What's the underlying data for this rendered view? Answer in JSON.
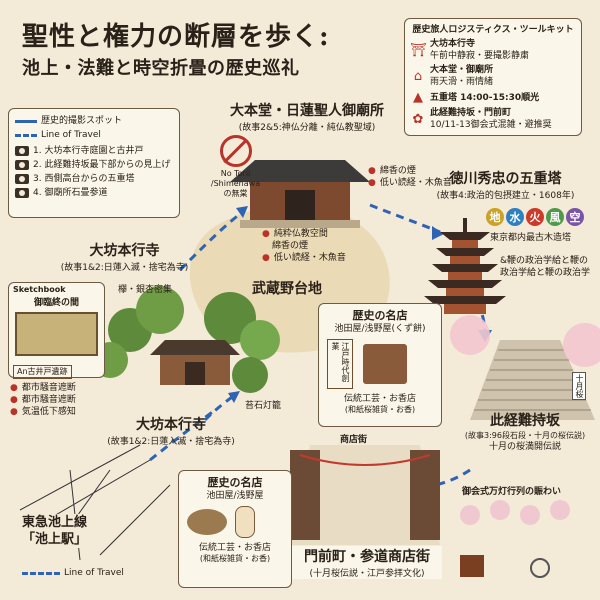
{
  "title": {
    "line1": "聖性と権力の断層を歩く:",
    "line2": "池上・法難と時空折畳の歴史巡礼"
  },
  "toolkit": {
    "heading": "歴史旅人ロジスティクス・ツールキット",
    "items": [
      {
        "icon": "torii-icon",
        "title": "大坊本行寺",
        "sub": "午前中静寂・要撮影静粛"
      },
      {
        "icon": "hall-icon",
        "title": "大本堂・御廟所",
        "sub": "雨天滑・雨情緒"
      },
      {
        "icon": "pagoda-icon",
        "title": "五重塔 14:00-15:30順光",
        "sub": ""
      },
      {
        "icon": "sakura-icon",
        "title": "此経難持坂・門前町",
        "sub": "10/11-13御会式混雑・避推奨"
      }
    ]
  },
  "legend": {
    "spot_label": "歴史的撮影スポット",
    "travel_label": "Line of Travel",
    "spots": [
      "1. 大坊本行寺庭園と古井戸",
      "2. 此経難持坂最下部からの見上げ",
      "3. 西側高台からの五重塔",
      "4. 御廟所石畳参道"
    ]
  },
  "center": {
    "label": "武蔵野台地"
  },
  "hall": {
    "title": "大本堂・日蓮聖人御廟所",
    "sub": "(故事2&5:神仏分離・純仏教聖域)",
    "notes": [
      "綿香の煙",
      "低い読経・木魚音"
    ],
    "center_notes": [
      "純粋仏教空間",
      "綿香の煙",
      "低い読経・木魚音"
    ],
    "no_torii_lines": [
      "No Torii",
      "/Shimenawa",
      "の無棠"
    ]
  },
  "pagoda": {
    "title": "徳川秀忠の五重塔",
    "sub": "(故事4:政治的包摂建立・1608年)",
    "elements": [
      {
        "char": "地",
        "color": "#c9a227"
      },
      {
        "char": "水",
        "color": "#2f7fc1"
      },
      {
        "char": "火",
        "color": "#cc3b2a"
      },
      {
        "char": "風",
        "color": "#4f9a4a"
      },
      {
        "char": "空",
        "color": "#7a55a6"
      }
    ],
    "caption": "東京都内最古木造塔",
    "note": "&鞭の政治学給と鞭の政治学給と鞭の政治学"
  },
  "honkoji_top": {
    "title": "大坊本行寺",
    "sub": "(故事1&2:日蓮入滅・捨宅為寺)",
    "note": "欅・銀杏密集"
  },
  "sketchbook": {
    "label": "Sketchbook",
    "room": "御臨終の間",
    "well": "An古井戸遺跡",
    "lantern": "苔石灯籠",
    "bullets": [
      "都市騒音遮断",
      "都市騒音遮断",
      "気温低下感知"
    ]
  },
  "honkoji_bottom": {
    "title": "大坊本行寺",
    "sub": "(故事1&2:日蓮入滅・捨宅為寺)"
  },
  "meisho_center": {
    "title": "歴史の名店",
    "shop": "池田屋/浅野屋(くず餅)",
    "sign": "江戸時代創業",
    "craft": "伝統工芸・お香店",
    "craft2": "(和紙桜雑貨・お香)"
  },
  "slope": {
    "title": "此経難持坂",
    "sub": "(故事3:96段石段・十月の桜伝説)",
    "note": "十月の桜満開伝説",
    "sign": "十月桜"
  },
  "street": {
    "top_label": "商店街",
    "title": "門前町・参道商店街",
    "sub": "(十月桜伝説・江戸参拝文化)"
  },
  "oeshiki": {
    "title": "御会式万灯行列の賑わい"
  },
  "meisho_bottom": {
    "title": "歴史の名店",
    "shop": "池田屋/浅野屋",
    "craft": "伝統工芸・お香店",
    "craft2": "(和紙桜雑貨・お香)"
  },
  "station": {
    "line1": "東急池上線",
    "line2": "「池上駅」",
    "travel_label": "Line of Travel"
  },
  "colors": {
    "route": "#2f64b3",
    "bg": "#f3ead8",
    "ink": "#2a2118",
    "red": "#b8332a"
  }
}
